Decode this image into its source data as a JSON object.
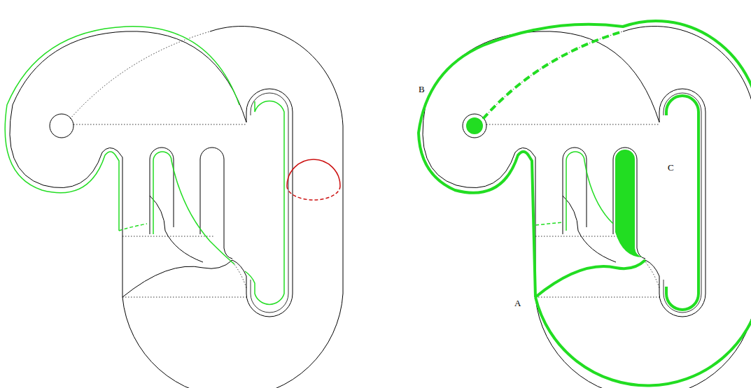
{
  "diagram": {
    "labels": [
      "B",
      "C",
      "A"
    ]
  }
}
